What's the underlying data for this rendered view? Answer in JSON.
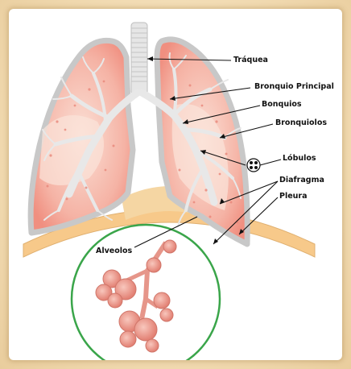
{
  "labels": {
    "trachea": "Tráquea",
    "main_bronchus": "Bronquio Principal",
    "bronchi": "Bonquios",
    "bronchioles": "Bronquiolos",
    "lobules": "Lóbulos",
    "diaphragm": "Diafragma",
    "pleura": "Pleura",
    "alveoli": "Alveolos"
  },
  "colors": {
    "background": "#f3e2c3",
    "lung_fill": "#f4a89a",
    "lung_outline": "#c8c8c8",
    "airway": "#e4e4e4",
    "diaphragm": "#f7c98a",
    "alveoli_ring": "#3aa54a",
    "alveoli_fill": "#ef9a8e"
  }
}
